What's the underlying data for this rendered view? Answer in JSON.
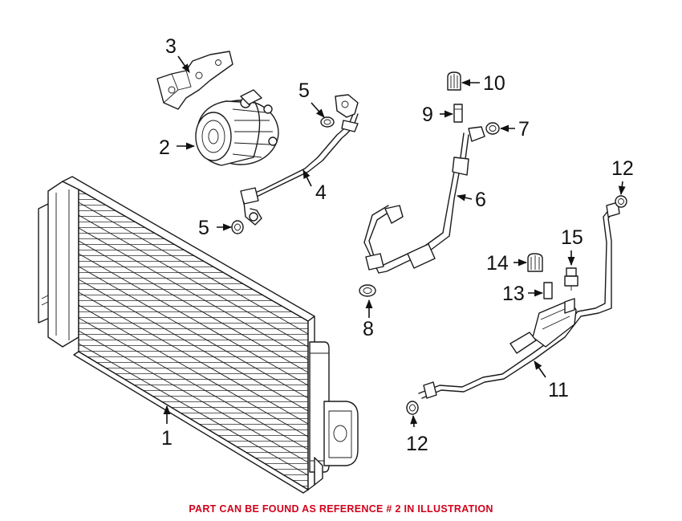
{
  "footer": {
    "note": "PART CAN BE FOUND AS REFERENCE # 2 IN ILLUSTRATION",
    "color": "#d0021b"
  },
  "callouts": {
    "c1": "1",
    "c2": "2",
    "c3": "3",
    "c4": "4",
    "c5a": "5",
    "c5b": "5",
    "c6": "6",
    "c7": "7",
    "c8": "8",
    "c9": "9",
    "c10": "10",
    "c11": "11",
    "c12a": "12",
    "c12b": "12",
    "c13": "13",
    "c14": "14",
    "c15": "15"
  }
}
